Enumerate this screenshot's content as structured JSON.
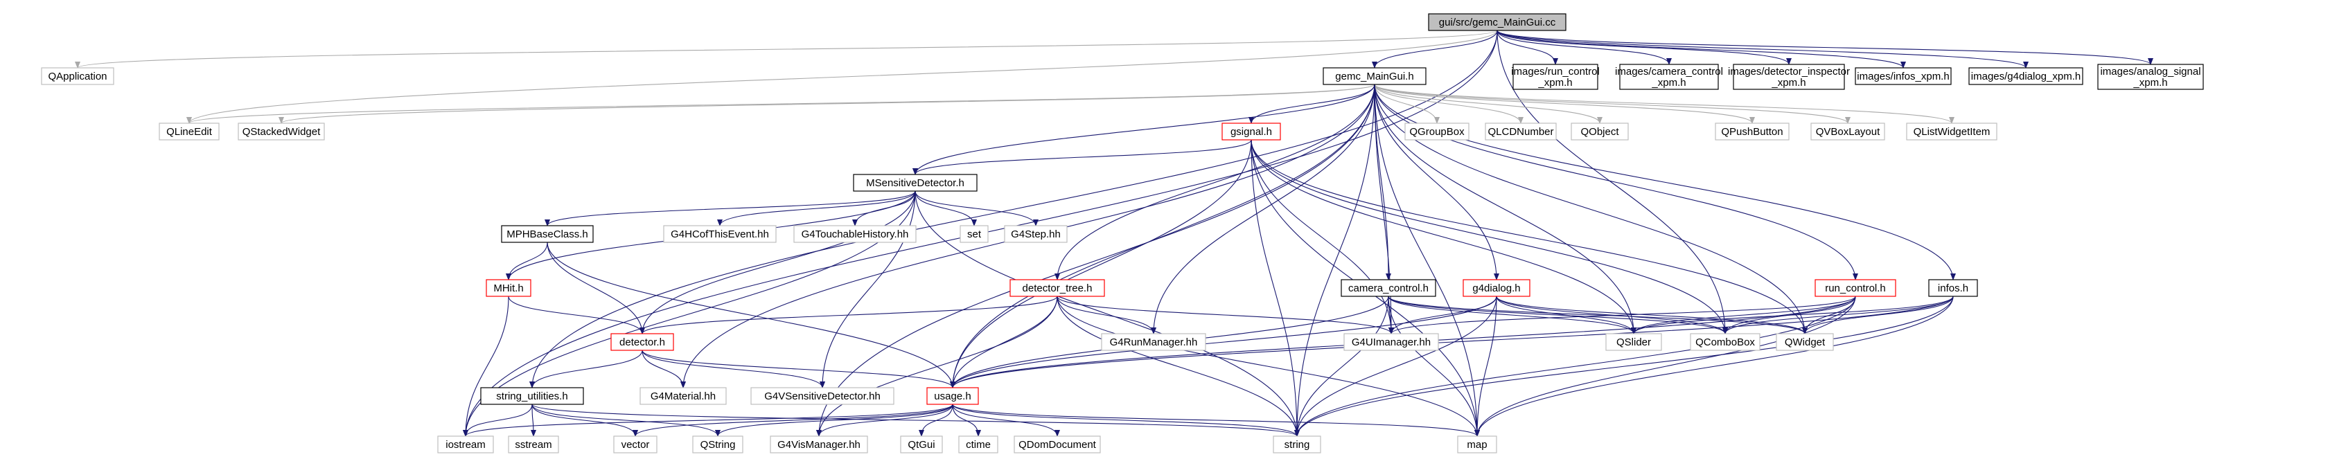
{
  "colors": {
    "edge_include": "#191970",
    "edge_light": "#a9a9a9",
    "root_fill": "#bfbfbf",
    "documented_border": "#000000",
    "undocumented_border": "#bfbfbf",
    "incomplete_border": "#ff0000"
  },
  "nodes": [
    {
      "id": "root",
      "label": [
        "gui/src/gemc_MainGui.cc"
      ],
      "kind": "root"
    },
    {
      "id": "qapplication",
      "label": [
        "QApplication"
      ],
      "kind": "ext"
    },
    {
      "id": "gemc_maingui_h",
      "label": [
        "gemc_MainGui.h"
      ],
      "kind": "doc"
    },
    {
      "id": "img_run",
      "label": [
        "images/run_control",
        "_xpm.h"
      ],
      "kind": "doc"
    },
    {
      "id": "img_camera",
      "label": [
        "images/camera_control",
        "_xpm.h"
      ],
      "kind": "doc"
    },
    {
      "id": "img_detector",
      "label": [
        "images/detector_inspector",
        "_xpm.h"
      ],
      "kind": "doc"
    },
    {
      "id": "img_infos",
      "label": [
        "images/infos_xpm.h"
      ],
      "kind": "doc"
    },
    {
      "id": "img_g4dialog",
      "label": [
        "images/g4dialog_xpm.h"
      ],
      "kind": "doc"
    },
    {
      "id": "img_analog",
      "label": [
        "images/analog_signal",
        "_xpm.h"
      ],
      "kind": "doc"
    },
    {
      "id": "qlineedit",
      "label": [
        "QLineEdit"
      ],
      "kind": "ext"
    },
    {
      "id": "qstackedwidget",
      "label": [
        "QStackedWidget"
      ],
      "kind": "ext"
    },
    {
      "id": "gsignal",
      "label": [
        "gsignal.h"
      ],
      "kind": "red"
    },
    {
      "id": "qgroupbox",
      "label": [
        "QGroupBox"
      ],
      "kind": "ext"
    },
    {
      "id": "qlcdnumber",
      "label": [
        "QLCDNumber"
      ],
      "kind": "ext"
    },
    {
      "id": "qobject",
      "label": [
        "QObject"
      ],
      "kind": "ext"
    },
    {
      "id": "qpushbutton",
      "label": [
        "QPushButton"
      ],
      "kind": "ext"
    },
    {
      "id": "qvboxlayout",
      "label": [
        "QVBoxLayout"
      ],
      "kind": "ext"
    },
    {
      "id": "qlistwidgetitem",
      "label": [
        "QListWidgetItem"
      ],
      "kind": "ext"
    },
    {
      "id": "msensitive",
      "label": [
        "MSensitiveDetector.h"
      ],
      "kind": "doc"
    },
    {
      "id": "mphbase",
      "label": [
        "MPHBaseClass.h"
      ],
      "kind": "doc"
    },
    {
      "id": "g4hcof",
      "label": [
        "G4HCofThisEvent.hh"
      ],
      "kind": "ext"
    },
    {
      "id": "g4touchable",
      "label": [
        "G4TouchableHistory.hh"
      ],
      "kind": "ext"
    },
    {
      "id": "set",
      "label": [
        "set"
      ],
      "kind": "ext"
    },
    {
      "id": "g4step",
      "label": [
        "G4Step.hh"
      ],
      "kind": "ext"
    },
    {
      "id": "mhit",
      "label": [
        "MHit.h"
      ],
      "kind": "red"
    },
    {
      "id": "detector_tree",
      "label": [
        "detector_tree.h"
      ],
      "kind": "red"
    },
    {
      "id": "camera_control",
      "label": [
        "camera_control.h"
      ],
      "kind": "doc"
    },
    {
      "id": "g4dialog",
      "label": [
        "g4dialog.h"
      ],
      "kind": "red"
    },
    {
      "id": "run_control",
      "label": [
        "run_control.h"
      ],
      "kind": "red"
    },
    {
      "id": "infos",
      "label": [
        "infos.h"
      ],
      "kind": "doc"
    },
    {
      "id": "detector",
      "label": [
        "detector.h"
      ],
      "kind": "red"
    },
    {
      "id": "g4runmanager",
      "label": [
        "G4RunManager.hh"
      ],
      "kind": "ext"
    },
    {
      "id": "g4uimanager",
      "label": [
        "G4UImanager.hh"
      ],
      "kind": "ext"
    },
    {
      "id": "qslider",
      "label": [
        "QSlider"
      ],
      "kind": "ext"
    },
    {
      "id": "qcombobox",
      "label": [
        "QComboBox"
      ],
      "kind": "ext"
    },
    {
      "id": "qwidget",
      "label": [
        "QWidget"
      ],
      "kind": "ext"
    },
    {
      "id": "string_utilities",
      "label": [
        "string_utilities.h"
      ],
      "kind": "doc"
    },
    {
      "id": "g4material",
      "label": [
        "G4Material.hh"
      ],
      "kind": "ext"
    },
    {
      "id": "g4vsensitive",
      "label": [
        "G4VSensitiveDetector.hh"
      ],
      "kind": "ext"
    },
    {
      "id": "usage",
      "label": [
        "usage.h"
      ],
      "kind": "red"
    },
    {
      "id": "iostream",
      "label": [
        "iostream"
      ],
      "kind": "ext"
    },
    {
      "id": "sstream",
      "label": [
        "sstream"
      ],
      "kind": "ext"
    },
    {
      "id": "vector",
      "label": [
        "vector"
      ],
      "kind": "ext"
    },
    {
      "id": "qstring",
      "label": [
        "QString"
      ],
      "kind": "ext"
    },
    {
      "id": "g4vismanager",
      "label": [
        "G4VisManager.hh"
      ],
      "kind": "ext"
    },
    {
      "id": "qtgui",
      "label": [
        "QtGui"
      ],
      "kind": "ext"
    },
    {
      "id": "ctime",
      "label": [
        "ctime"
      ],
      "kind": "ext"
    },
    {
      "id": "qdomdocument",
      "label": [
        "QDomDocument"
      ],
      "kind": "ext"
    },
    {
      "id": "string",
      "label": [
        "string"
      ],
      "kind": "ext"
    },
    {
      "id": "map",
      "label": [
        "map"
      ],
      "kind": "ext"
    }
  ],
  "edges": [
    [
      "root",
      "qapplication"
    ],
    [
      "root",
      "gemc_maingui_h"
    ],
    [
      "root",
      "img_run"
    ],
    [
      "root",
      "img_camera"
    ],
    [
      "root",
      "img_detector"
    ],
    [
      "root",
      "img_infos"
    ],
    [
      "root",
      "img_g4dialog"
    ],
    [
      "root",
      "img_analog"
    ],
    [
      "root",
      "qlineedit"
    ],
    [
      "root",
      "string_utilities"
    ],
    [
      "root",
      "iostream"
    ],
    [
      "root",
      "qcombobox"
    ],
    [
      "gemc_maingui_h",
      "qlineedit"
    ],
    [
      "gemc_maingui_h",
      "qstackedwidget"
    ],
    [
      "gemc_maingui_h",
      "gsignal"
    ],
    [
      "gemc_maingui_h",
      "qgroupbox"
    ],
    [
      "gemc_maingui_h",
      "qlcdnumber"
    ],
    [
      "gemc_maingui_h",
      "qobject"
    ],
    [
      "gemc_maingui_h",
      "qpushbutton"
    ],
    [
      "gemc_maingui_h",
      "qvboxlayout"
    ],
    [
      "gemc_maingui_h",
      "qlistwidgetitem"
    ],
    [
      "gemc_maingui_h",
      "msensitive"
    ],
    [
      "gemc_maingui_h",
      "detector_tree"
    ],
    [
      "gemc_maingui_h",
      "camera_control"
    ],
    [
      "gemc_maingui_h",
      "g4dialog"
    ],
    [
      "gemc_maingui_h",
      "run_control"
    ],
    [
      "gemc_maingui_h",
      "infos"
    ],
    [
      "gemc_maingui_h",
      "g4runmanager"
    ],
    [
      "gemc_maingui_h",
      "g4uimanager"
    ],
    [
      "gemc_maingui_h",
      "qslider"
    ],
    [
      "gemc_maingui_h",
      "qwidget"
    ],
    [
      "gemc_maingui_h",
      "g4material"
    ],
    [
      "gemc_maingui_h",
      "g4vismanager"
    ],
    [
      "gemc_maingui_h",
      "string"
    ],
    [
      "gemc_maingui_h",
      "map"
    ],
    [
      "gemc_maingui_h",
      "usage"
    ],
    [
      "gsignal",
      "msensitive"
    ],
    [
      "gsignal",
      "usage"
    ],
    [
      "gsignal",
      "g4uimanager"
    ],
    [
      "gsignal",
      "string"
    ],
    [
      "gsignal",
      "map"
    ],
    [
      "gsignal",
      "qwidget"
    ],
    [
      "gsignal",
      "qcombobox"
    ],
    [
      "gsignal",
      "qslider"
    ],
    [
      "msensitive",
      "mphbase"
    ],
    [
      "msensitive",
      "g4hcof"
    ],
    [
      "msensitive",
      "g4touchable"
    ],
    [
      "msensitive",
      "set"
    ],
    [
      "msensitive",
      "g4step"
    ],
    [
      "msensitive",
      "mhit"
    ],
    [
      "msensitive",
      "detector"
    ],
    [
      "msensitive",
      "g4vsensitive"
    ],
    [
      "msensitive",
      "iostream"
    ],
    [
      "msensitive",
      "string"
    ],
    [
      "mphbase",
      "mhit"
    ],
    [
      "mphbase",
      "detector"
    ],
    [
      "mphbase",
      "usage"
    ],
    [
      "mhit",
      "detector"
    ],
    [
      "mhit",
      "iostream"
    ],
    [
      "detector_tree",
      "detector"
    ],
    [
      "detector_tree",
      "g4runmanager"
    ],
    [
      "detector_tree",
      "g4uimanager"
    ],
    [
      "detector_tree",
      "usage"
    ],
    [
      "detector_tree",
      "string"
    ],
    [
      "detector_tree",
      "map"
    ],
    [
      "detector_tree",
      "g4vismanager"
    ],
    [
      "camera_control",
      "g4uimanager"
    ],
    [
      "camera_control",
      "usage"
    ],
    [
      "camera_control",
      "string"
    ],
    [
      "camera_control",
      "map"
    ],
    [
      "camera_control",
      "qslider"
    ],
    [
      "camera_control",
      "qcombobox"
    ],
    [
      "camera_control",
      "qwidget"
    ],
    [
      "g4dialog",
      "g4uimanager"
    ],
    [
      "g4dialog",
      "usage"
    ],
    [
      "g4dialog",
      "string"
    ],
    [
      "g4dialog",
      "map"
    ],
    [
      "g4dialog",
      "qslider"
    ],
    [
      "g4dialog",
      "qcombobox"
    ],
    [
      "g4dialog",
      "qwidget"
    ],
    [
      "run_control",
      "g4uimanager"
    ],
    [
      "run_control",
      "usage"
    ],
    [
      "run_control",
      "string"
    ],
    [
      "run_control",
      "map"
    ],
    [
      "run_control",
      "qslider"
    ],
    [
      "run_control",
      "qcombobox"
    ],
    [
      "run_control",
      "qwidget"
    ],
    [
      "infos",
      "usage"
    ],
    [
      "infos",
      "string"
    ],
    [
      "infos",
      "map"
    ],
    [
      "infos",
      "qslider"
    ],
    [
      "infos",
      "qcombobox"
    ],
    [
      "infos",
      "qwidget"
    ],
    [
      "detector",
      "string_utilities"
    ],
    [
      "detector",
      "g4material"
    ],
    [
      "detector",
      "g4vsensitive"
    ],
    [
      "detector",
      "usage"
    ],
    [
      "string_utilities",
      "iostream"
    ],
    [
      "string_utilities",
      "sstream"
    ],
    [
      "string_utilities",
      "vector"
    ],
    [
      "string_utilities",
      "qstring"
    ],
    [
      "string_utilities",
      "string"
    ],
    [
      "usage",
      "iostream"
    ],
    [
      "usage",
      "vector"
    ],
    [
      "usage",
      "qstring"
    ],
    [
      "usage",
      "g4vismanager"
    ],
    [
      "usage",
      "qtgui"
    ],
    [
      "usage",
      "ctime"
    ],
    [
      "usage",
      "qdomdocument"
    ],
    [
      "usage",
      "string"
    ],
    [
      "usage",
      "map"
    ]
  ]
}
